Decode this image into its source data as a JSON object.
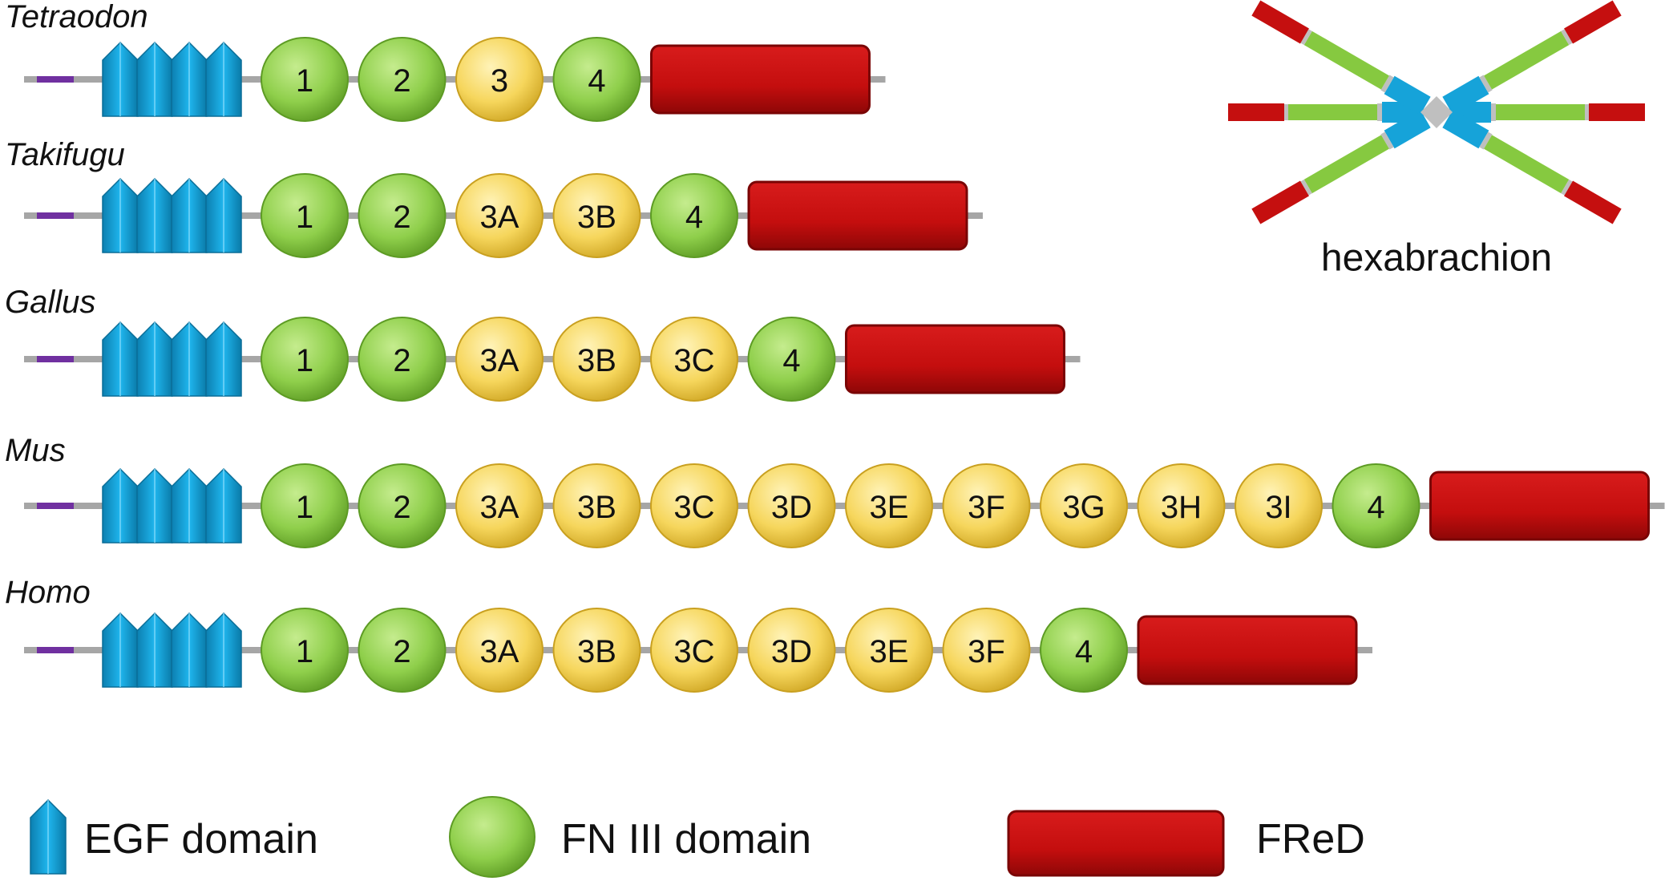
{
  "colors": {
    "egf": "#16a3d9",
    "fn_constant": "#86c940",
    "fn_variable": "#f3d04a",
    "fred": "#c50f0f",
    "backbone": "#a6a6a6",
    "signal_peptide": "#7030a0",
    "hexa_center": "#bfbfbf"
  },
  "rows": [
    {
      "species": "Tetraodon",
      "domains": [
        "1",
        "2",
        "3",
        "4"
      ]
    },
    {
      "species": "Takifugu",
      "domains": [
        "1",
        "2",
        "3A",
        "3B",
        "4"
      ]
    },
    {
      "species": "Gallus",
      "domains": [
        "1",
        "2",
        "3A",
        "3B",
        "3C",
        "4"
      ]
    },
    {
      "species": "Mus",
      "domains": [
        "1",
        "2",
        "3A",
        "3B",
        "3C",
        "3D",
        "3E",
        "3F",
        "3G",
        "3H",
        "3I",
        "4"
      ]
    },
    {
      "species": "Homo",
      "domains": [
        "1",
        "2",
        "3A",
        "3B",
        "3C",
        "3D",
        "3E",
        "3F",
        "4"
      ]
    }
  ],
  "egf_count": 4,
  "hexabrachion": {
    "label": "hexabrachion",
    "arm_count": 6
  },
  "legend": {
    "egf_label": "EGF domain",
    "fn_label": "FN III domain",
    "fred_label": "FReD"
  }
}
